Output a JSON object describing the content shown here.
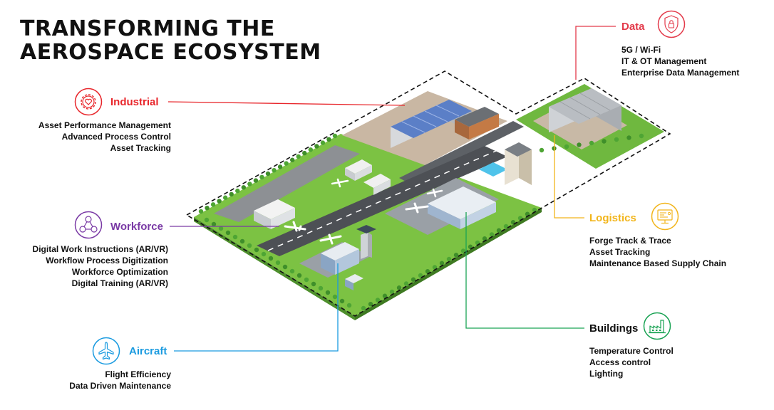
{
  "title": {
    "line1": "TRANSFORMING THE",
    "line2": "AEROSPACE ECOSYSTEM"
  },
  "colors": {
    "industrial": "#e8262b",
    "workforce": "#7a3aa5",
    "aircraft": "#1a9be0",
    "data": "#e33a4a",
    "logistics": "#f2b51b",
    "buildings": "#1aa354"
  },
  "categories": {
    "industrial": {
      "label": "Industrial",
      "icon": "gear-heart-icon",
      "items": [
        "Asset Performance Management",
        "Advanced Process Control",
        "Asset Tracking"
      ]
    },
    "workforce": {
      "label": "Workforce",
      "icon": "people-network-icon",
      "items": [
        "Digital Work Instructions (AR/VR)",
        "Workflow Process Digitization",
        "Workforce Optimization",
        "Digital Training (AR/VR)"
      ]
    },
    "aircraft": {
      "label": "Aircraft",
      "icon": "airplane-icon",
      "items": [
        "Flight Efficiency",
        "Data Driven Maintenance"
      ]
    },
    "data": {
      "label": "Data",
      "icon": "shield-lock-icon",
      "items": [
        "5G / Wi-Fi",
        "IT & OT Management",
        "Enterprise Data Management"
      ]
    },
    "logistics": {
      "label": "Logistics",
      "icon": "monitor-dashboard-icon",
      "items": [
        "Forge Track & Trace",
        "Asset Tracking",
        "Maintenance Based Supply Chain"
      ]
    },
    "buildings": {
      "label": "Buildings",
      "icon": "factory-icon",
      "items": [
        "Temperature Control",
        "Access control",
        "Lighting"
      ]
    }
  }
}
